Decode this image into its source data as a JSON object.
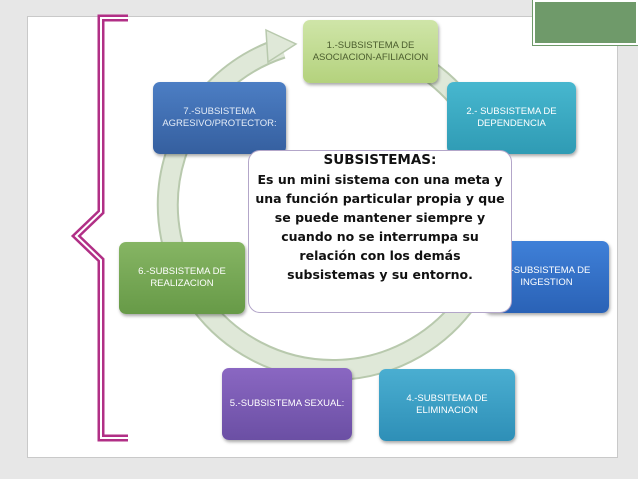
{
  "colors": {
    "accent_magenta": "#b12f86",
    "ring": "#c9d6c1",
    "box_1": "#c3dd93",
    "box_2": "#38a8c2",
    "box_3": "#3473c9",
    "box_4": "#3a9fc6",
    "box_5": "#7b5bb4",
    "box_6": "#76a856",
    "box_7": "#416fb3"
  },
  "cycle": {
    "items": [
      {
        "label": "1.-SUBSISTEMA DE ASOCIACION-AFILIACION"
      },
      {
        "label": "2.- SUBSISTEMA DE DEPENDENCIA"
      },
      {
        "label": "3.-SUBSISTEMA DE INGESTION"
      },
      {
        "label": "4.-SUBSITEMA DE ELIMINACION"
      },
      {
        "label": "5.-SUBSISTEMA SEXUAL:"
      },
      {
        "label": "6.-SUBSISTEMA DE REALIZACION"
      },
      {
        "label": "7.-SUBSISTEMA AGRESIVO/PROTECTOR:"
      }
    ]
  },
  "center": {
    "title": "SUBSISTEMAS:",
    "body": "Es un mini sistema con una meta y una función particular propia y que se puede mantener siempre y cuando no se interrumpa su relación con los demás subsistemas y su entorno."
  }
}
